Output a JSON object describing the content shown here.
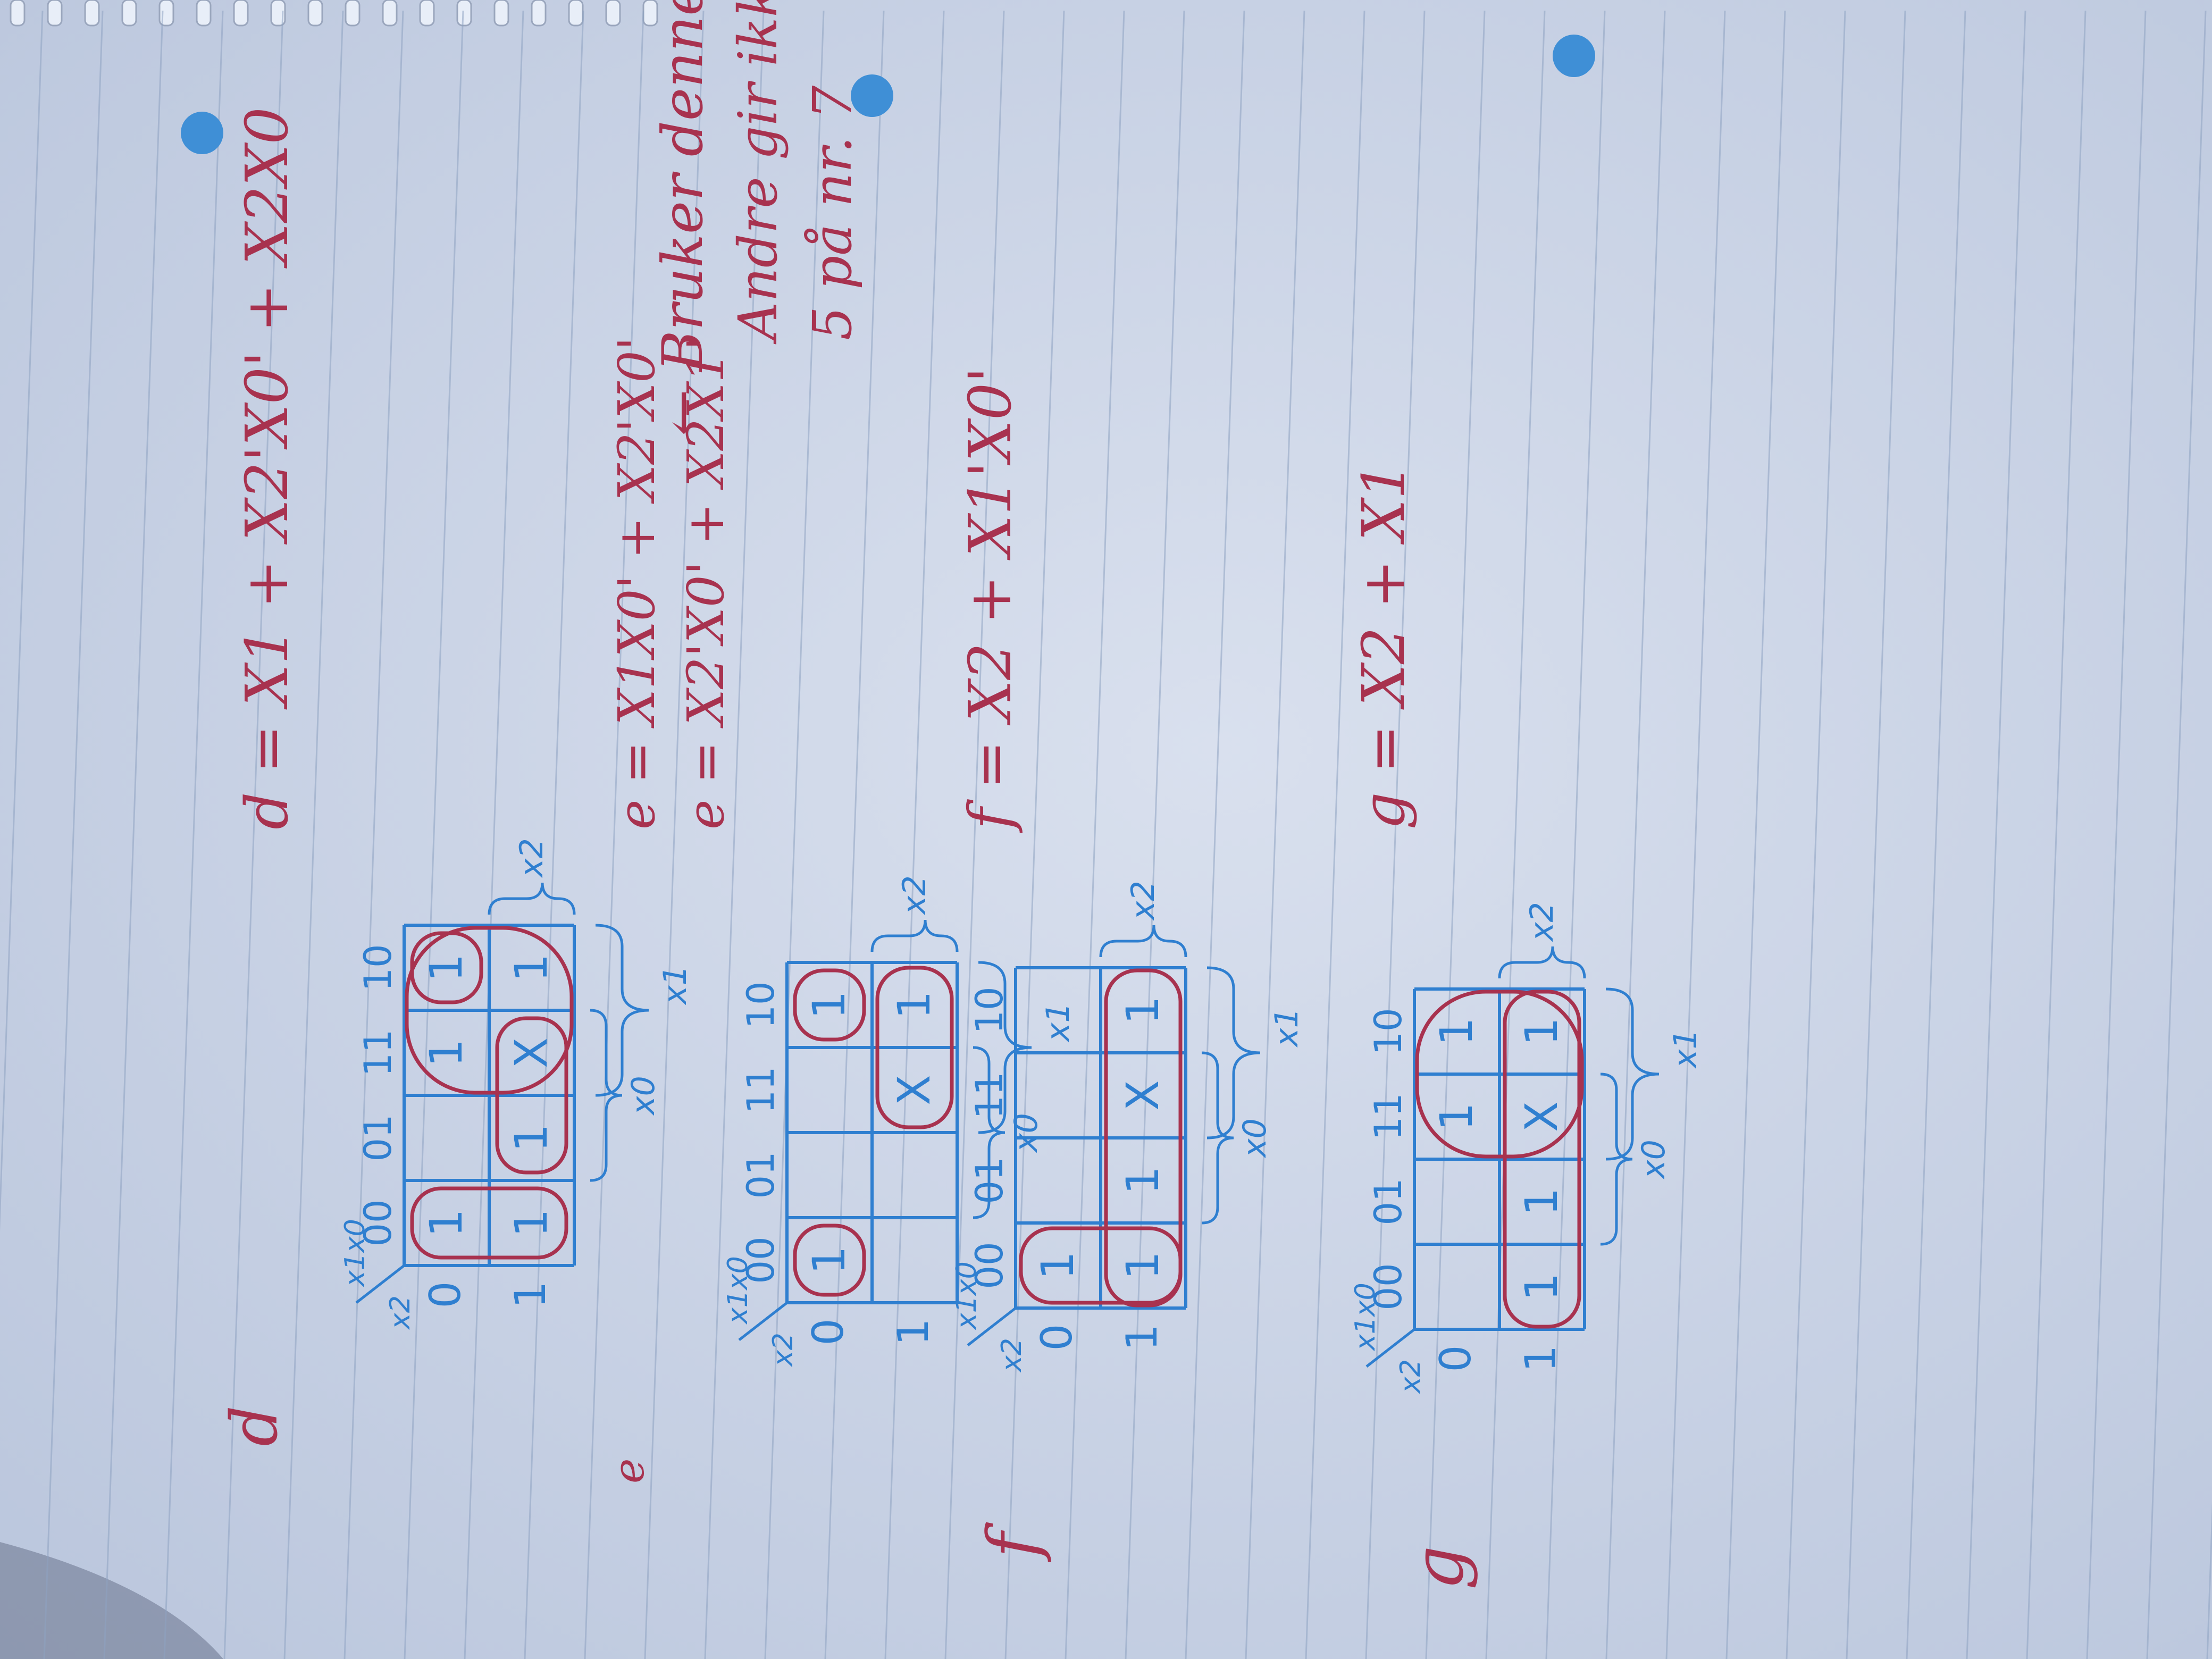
{
  "colors": {
    "paper": "#cdd6e8",
    "paper_shadow": "#aeb9d2",
    "rule_line": "#8fa3c2",
    "blue_ink": "#2f7fd0",
    "red_ink": "#a8324f",
    "hole": "#3f8fd6",
    "spiral": "#e8eef8"
  },
  "page": {
    "kind": "handwritten notebook page with Karnaugh maps (photographed rotated 90°)"
  },
  "kmaps": [
    {
      "id": "d",
      "function_label": "d",
      "corner_label_top": "x1x0",
      "corner_label_left": "x2",
      "col_headers": [
        "00",
        "01",
        "11",
        "10"
      ],
      "row_headers": [
        "0",
        "1"
      ],
      "cells": [
        [
          "1",
          "",
          "1",
          "1"
        ],
        [
          "1",
          "1",
          "X",
          "1"
        ]
      ],
      "brace_labels": [
        "x2",
        "x1",
        "x0"
      ],
      "expression": "d = X1 + X2'X0' + X2X0"
    },
    {
      "id": "e",
      "function_label": "e",
      "corner_label_top": "x1x0",
      "corner_label_left": "x2",
      "col_headers": [
        "00",
        "01",
        "11",
        "10"
      ],
      "row_headers": [
        "0",
        "1"
      ],
      "cells": [
        [
          "1",
          "",
          "",
          "1"
        ],
        [
          "",
          "",
          "X",
          "1"
        ]
      ],
      "brace_labels": [
        "x2",
        "x1",
        "x0"
      ],
      "expressions": [
        "e = X1X0' + X2'X0'",
        "e = X2'X0' + X2X1'"
      ],
      "note_lines": [
        "← Bruker denne.",
        "Andre gir ikke",
        "5 på nr. 7"
      ]
    },
    {
      "id": "f",
      "function_label": "f",
      "corner_label_top": "x1x0",
      "corner_label_left": "x2",
      "col_headers": [
        "00",
        "01",
        "11",
        "10"
      ],
      "row_headers": [
        "0",
        "1"
      ],
      "cells": [
        [
          "1",
          "",
          "",
          ""
        ],
        [
          "1",
          "1",
          "X",
          "1"
        ]
      ],
      "brace_labels": [
        "x2",
        "x1",
        "x0"
      ],
      "expression": "f = X2 + X1'X0'"
    },
    {
      "id": "g",
      "function_label": "g",
      "corner_label_top": "x1x0",
      "corner_label_left": "x2",
      "col_headers": [
        "00",
        "01",
        "11",
        "10"
      ],
      "row_headers": [
        "0",
        "1"
      ],
      "cells": [
        [
          "",
          "",
          "1",
          "1"
        ],
        [
          "1",
          "1",
          "X",
          "1"
        ]
      ],
      "brace_labels": [
        "x2",
        "x1",
        "x0"
      ],
      "expression": "g = X2 + X1"
    }
  ]
}
